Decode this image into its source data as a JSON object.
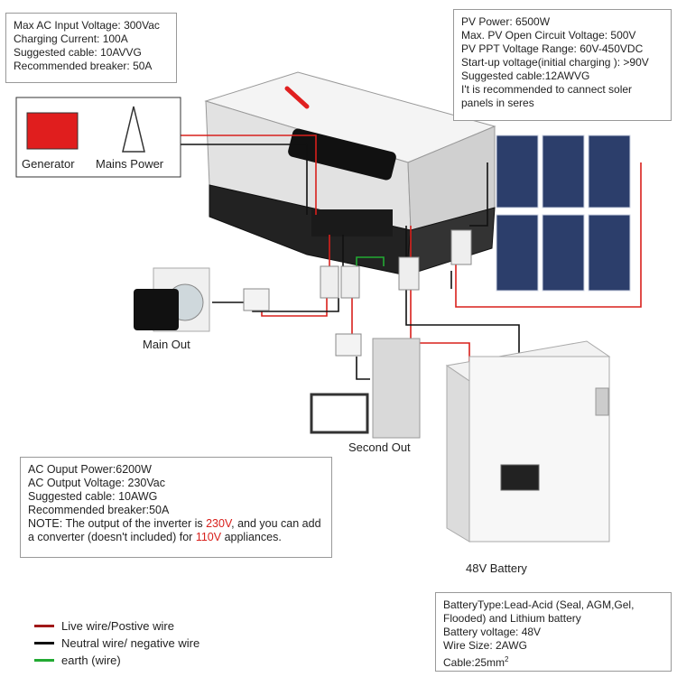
{
  "ac_input": {
    "lines": [
      "Max AC Input Voltage: 300Vac",
      "Charging Current: 100A",
      "Suggested cable: 10AVVG",
      "Recommended breaker: 50A"
    ]
  },
  "pv": {
    "lines": [
      "PV Power: 6500W",
      "Max. PV Open Circuit Voltage: 500V",
      "PV PPT Voltage Range: 60V-450VDC",
      "Start-up voltage(initial charging ): >90V",
      "Suggested cable:12AWVG",
      "I't is recommended to cannect soler panels in seres"
    ]
  },
  "sources": {
    "generator": "Generator",
    "mains": "Mains Power"
  },
  "labels": {
    "main_out": "Main Out",
    "second_out": "Second Out",
    "battery": "48V Battery"
  },
  "ac_output": {
    "lines": [
      "AC Ouput Power:6200W",
      "AC Output Voltage: 230Vac",
      "Suggested cable: 10AWG",
      "Recommended breaker:50A"
    ],
    "note_a": "NOTE: The output of the inverter is ",
    "note_red1": "230V",
    "note_b": ", and you can add a converter (doesn't included) for ",
    "note_red2": "110V",
    "note_c": " appliances."
  },
  "battery_info": {
    "lines": [
      "BatteryType:Lead-Acid (Seal, AGM,Gel, Flooded) and Lithium battery",
      "Battery voltage: 48V",
      "Wire Size: 2AWG"
    ],
    "cable": "Cable:25mm",
    "cable_sup": "2"
  },
  "legend": [
    {
      "label": "Live wire/Postive wire",
      "color": "#a01818"
    },
    {
      "label": "Neutral wire/ negative wire",
      "color": "#111111"
    },
    {
      "label": "earth (wire)",
      "color": "#22aa33"
    }
  ],
  "colors": {
    "live": "#d8201c",
    "neutral": "#111111",
    "earth": "#22aa33",
    "inverter_accent": "#e02020"
  }
}
